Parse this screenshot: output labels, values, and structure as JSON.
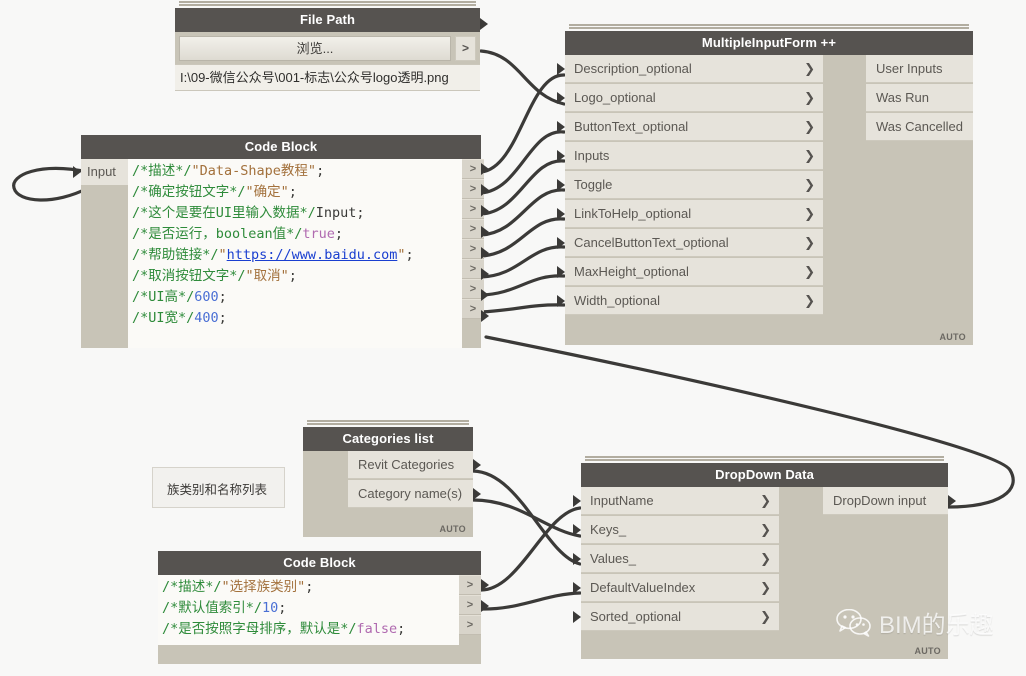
{
  "app": "Dynamo Graph Canvas",
  "nodes": {
    "file_path": {
      "title": "File Path",
      "browse_label": "浏览...",
      "path_value": "I:\\09-微信公众号\\001-标志\\公众号logo透明.png",
      "output_chevron": ">"
    },
    "code_block_1": {
      "title": "Code Block",
      "input_port": "Input",
      "lines": [
        {
          "comment": "/*描述*/",
          "rest_string": "\"Data-Shape教程\"",
          "tail": ";"
        },
        {
          "comment": "/*确定按钮文字*/",
          "rest_string": "\"确定\"",
          "tail": ";"
        },
        {
          "comment": "/*这个是要在UI里输入数据*/",
          "ident": "Input",
          "tail": ";"
        },
        {
          "comment": "/*是否运行，boolean值*/",
          "keyword": "true",
          "tail": ";"
        },
        {
          "comment": "/*帮助链接*/",
          "quote_open": "\"",
          "link": "https://www.baidu.com",
          "quote_close": "\"",
          "tail": ";"
        },
        {
          "comment": "/*取消按钮文字*/",
          "rest_string": "\"取消\"",
          "tail": ";"
        },
        {
          "comment": "/*UI高*/",
          "number": "600",
          "tail": ";"
        },
        {
          "comment": "/*UI宽*/",
          "number": "400",
          "tail": ";"
        }
      ],
      "output_chevron": ">",
      "output_count": 8
    },
    "multiple_input_form": {
      "title": "MultipleInputForm ++",
      "inputs": [
        "Description_optional",
        "Logo_optional",
        "ButtonText_optional",
        "Inputs",
        "Toggle",
        "LinkToHelp_optional",
        "CancelButtonText_optional",
        "MaxHeight_optional",
        "Width_optional"
      ],
      "outputs": [
        "User Inputs",
        "Was Run",
        "Was Cancelled"
      ],
      "chevron": "❯",
      "run_mode": "AUTO"
    },
    "categories_list": {
      "title": "Categories list",
      "inputs": [],
      "outputs": [
        "Revit Categories",
        "Category name(s)"
      ],
      "run_mode": "AUTO"
    },
    "code_block_2": {
      "title": "Code Block",
      "lines": [
        {
          "comment": "/*描述*/",
          "rest_string": "\"选择族类别\"",
          "tail": ";"
        },
        {
          "comment": "/*默认值索引*/",
          "number": "10",
          "tail": ";"
        },
        {
          "comment": "/*是否按照字母排序，默认是*/",
          "keyword": "false",
          "tail": ";"
        }
      ],
      "output_chevron": ">",
      "output_count": 3
    },
    "dropdown_data": {
      "title": "DropDown Data",
      "inputs": [
        "InputName",
        "Keys_",
        "Values_",
        "DefaultValueIndex",
        "Sorted_optional"
      ],
      "outputs": [
        "DropDown input"
      ],
      "chevron": "❯",
      "run_mode": "AUTO"
    }
  },
  "note": {
    "text": "族类别和名称列表"
  },
  "watermark": {
    "text": "BIM的乐趣",
    "icon": "wechat-icon"
  },
  "colors": {
    "node_body": "#c8c4b7",
    "node_header": "#565350",
    "port": "#e6e3db",
    "wire": "#3b3a38",
    "canvas": "#f8f8f7",
    "comment_green": "#2e8b3a",
    "string_brown": "#a3713c",
    "number_blue": "#4a6fd4",
    "keyword_purple": "#b06ab0",
    "link_blue": "#1a3fd0"
  }
}
